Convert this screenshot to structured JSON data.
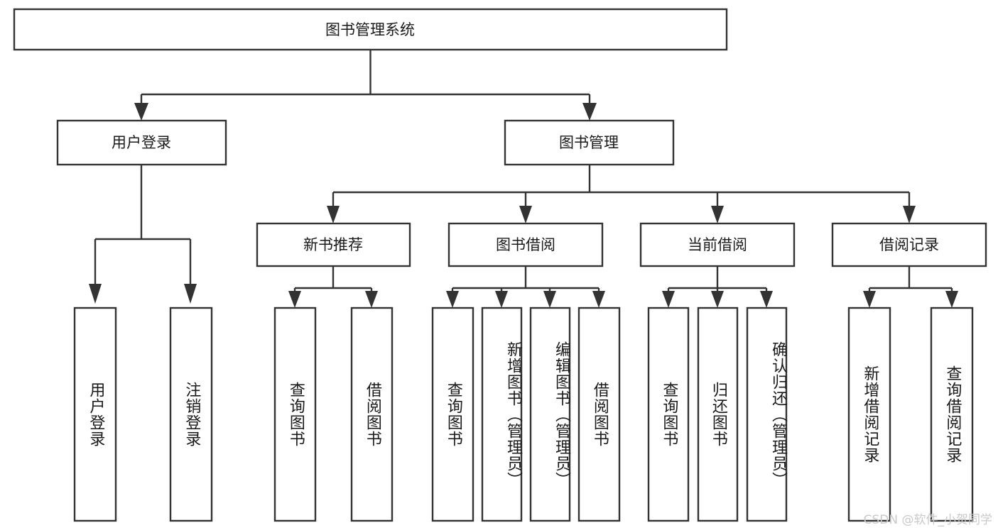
{
  "diagram": {
    "title": "图书管理系统",
    "type": "hierarchy-tree",
    "watermark": "CSDN @软件_小贺同学",
    "levels": {
      "root": {
        "label": "图书管理系统"
      },
      "level2": [
        {
          "id": "user-login",
          "label": "用户登录"
        },
        {
          "id": "book-management",
          "label": "图书管理"
        }
      ],
      "level3": [
        {
          "id": "new-book-recommend",
          "label": "新书推荐"
        },
        {
          "id": "book-borrow",
          "label": "图书借阅"
        },
        {
          "id": "current-borrow",
          "label": "当前借阅"
        },
        {
          "id": "borrow-record",
          "label": "借阅记录"
        }
      ],
      "leaves": [
        {
          "id": "leaf-user-login",
          "label": "用户登录",
          "parent": "user-login"
        },
        {
          "id": "leaf-logout-login",
          "label": "注销登录",
          "parent": "user-login"
        },
        {
          "id": "leaf-query-book-1",
          "label": "查询图书",
          "parent": "new-book-recommend"
        },
        {
          "id": "leaf-borrow-book-1",
          "label": "借阅图书",
          "parent": "new-book-recommend"
        },
        {
          "id": "leaf-query-book-2",
          "label": "查询图书",
          "parent": "book-borrow"
        },
        {
          "id": "leaf-add-book",
          "label": "新增图书（管理员）",
          "parent": "book-borrow"
        },
        {
          "id": "leaf-edit-book",
          "label": "编辑图书（管理员）",
          "parent": "book-borrow"
        },
        {
          "id": "leaf-borrow-book-2",
          "label": "借阅图书",
          "parent": "book-borrow"
        },
        {
          "id": "leaf-query-book-3",
          "label": "查询图书",
          "parent": "current-borrow"
        },
        {
          "id": "leaf-return-book",
          "label": "归还图书",
          "parent": "current-borrow"
        },
        {
          "id": "leaf-confirm-return",
          "label": "确认归还（管理员）",
          "parent": "current-borrow"
        },
        {
          "id": "leaf-add-record",
          "label": "新增借阅记录",
          "parent": "borrow-record"
        },
        {
          "id": "leaf-query-record",
          "label": "查询借阅记录",
          "parent": "borrow-record"
        }
      ]
    },
    "colors": {
      "stroke": "#333333",
      "fill": "#ffffff",
      "text": "#1a1a1a",
      "watermark": "#c9c9c9"
    }
  }
}
